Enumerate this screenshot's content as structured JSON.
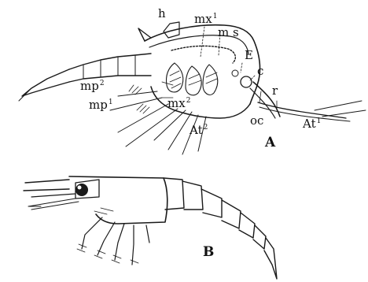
{
  "figure": {
    "panels": [
      {
        "id": "A",
        "label": "A"
      },
      {
        "id": "B",
        "label": "B"
      }
    ],
    "labels_A": {
      "h": "h",
      "mx1_base": "mx",
      "mx1_sup": "1",
      "ms": "m s",
      "E": "E",
      "c": "c",
      "r": "r",
      "oc": "oc",
      "At1_base": "At",
      "At1_sup": "1",
      "At2_base": "At",
      "At2_sup": "2",
      "mx2_base": "mx",
      "mx2_sup": "2",
      "mp2_base": "mp",
      "mp2_sup": "2",
      "mp1_base": "mp",
      "mp1_sup": "1"
    }
  }
}
